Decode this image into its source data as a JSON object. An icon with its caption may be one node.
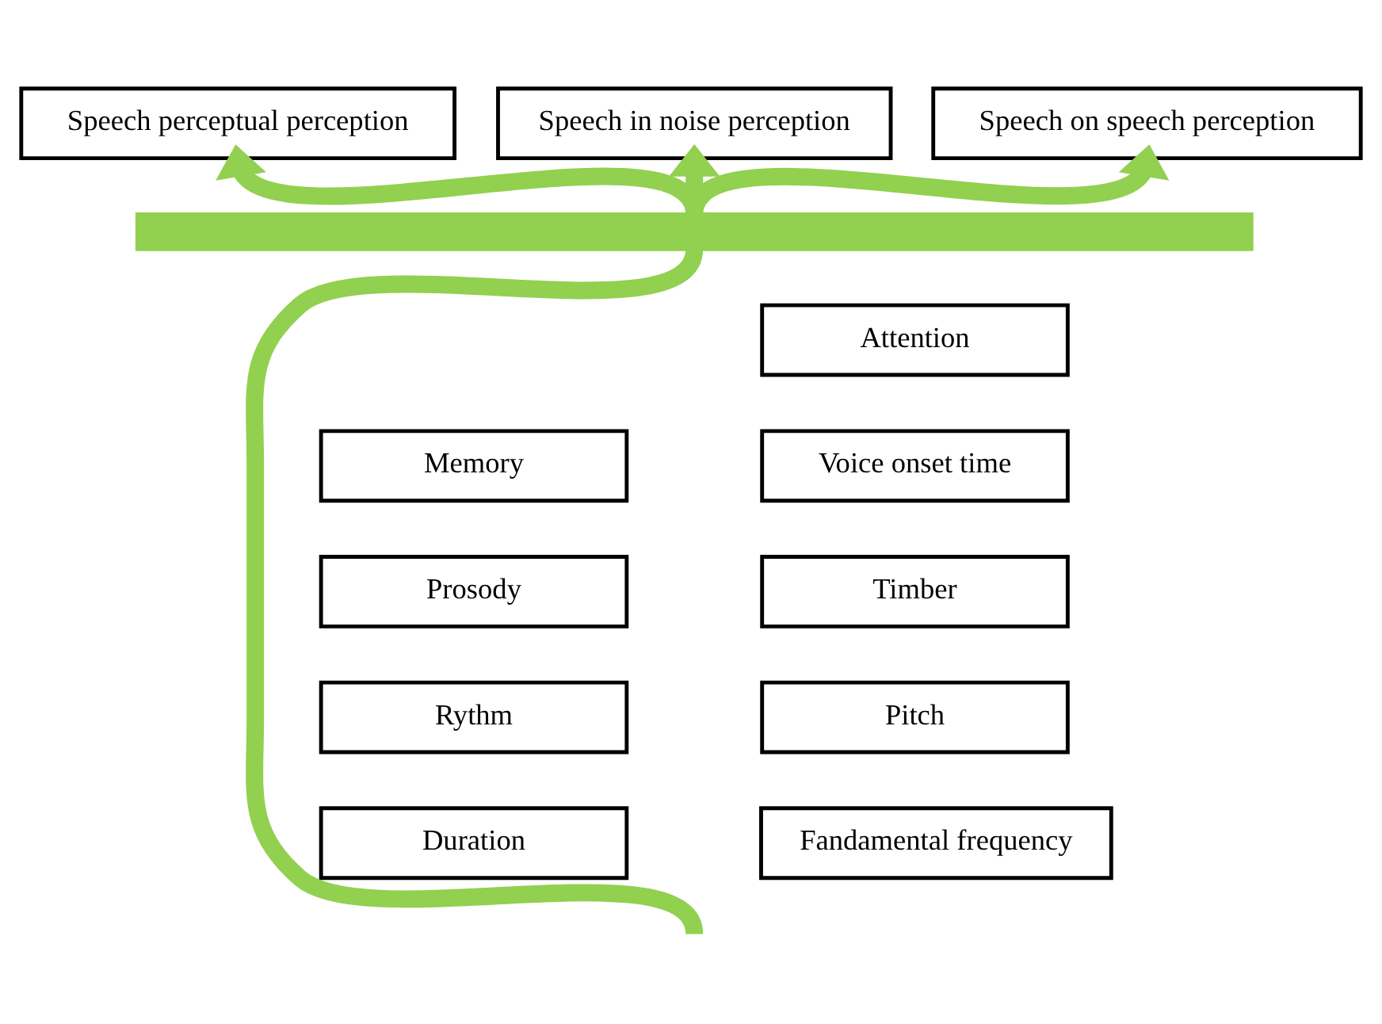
{
  "diagram": {
    "nodes": [
      {
        "text": [
          "Speech perceptual perception"
        ]
      },
      {
        "text": [
          "Speech in noise perception"
        ]
      },
      {
        "text": [
          "Speech on speech perception"
        ]
      },
      {
        "text": [],
        "shape": "bar"
      },
      {
        "text": [
          "Attention"
        ]
      },
      {
        "text": [
          "Memory"
        ]
      },
      {
        "text": [
          "Voice onset time"
        ]
      },
      {
        "text": [
          "Prosody"
        ]
      },
      {
        "text": [
          "Timber"
        ]
      },
      {
        "text": [
          "Rythm"
        ]
      },
      {
        "text": [
          "Pitch"
        ]
      },
      {
        "text": [
          "Duration"
        ]
      },
      {
        "text": [
          "Fandamental frequency"
        ]
      }
    ],
    "edges": [
      {
        "from": 3,
        "to": 0,
        "arrow": "to"
      },
      {
        "from": 3,
        "to": 1,
        "arrow": "to"
      },
      {
        "from": 3,
        "to": 2,
        "arrow": "to"
      },
      {
        "from": null,
        "to": 3,
        "arrow": "none"
      }
    ]
  }
}
